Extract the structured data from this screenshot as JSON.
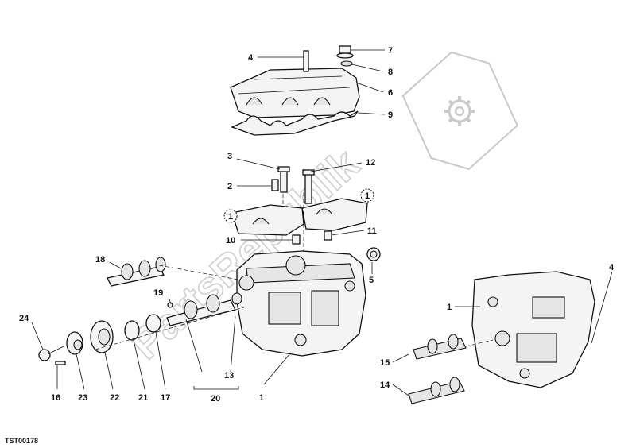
{
  "diagram": {
    "code": "TST00178",
    "watermark": "PartsRepublik",
    "parts": [
      {
        "id": "p4a",
        "label": "4"
      },
      {
        "id": "p7",
        "label": "7"
      },
      {
        "id": "p8",
        "label": "8"
      },
      {
        "id": "p6",
        "label": "6"
      },
      {
        "id": "p9",
        "label": "9"
      },
      {
        "id": "p3",
        "label": "3"
      },
      {
        "id": "p12",
        "label": "12"
      },
      {
        "id": "p2",
        "label": "2"
      },
      {
        "id": "p10",
        "label": "10"
      },
      {
        "id": "p11",
        "label": "11"
      },
      {
        "id": "p18",
        "label": "18"
      },
      {
        "id": "p5",
        "label": "5"
      },
      {
        "id": "p4b",
        "label": "4"
      },
      {
        "id": "p19",
        "label": "19"
      },
      {
        "id": "p1a",
        "label": "1"
      },
      {
        "id": "p24",
        "label": "24"
      },
      {
        "id": "p15",
        "label": "15"
      },
      {
        "id": "p13",
        "label": "13"
      },
      {
        "id": "p14",
        "label": "14"
      },
      {
        "id": "p20",
        "label": "20"
      },
      {
        "id": "p16",
        "label": "16"
      },
      {
        "id": "p23",
        "label": "23"
      },
      {
        "id": "p22",
        "label": "22"
      },
      {
        "id": "p21",
        "label": "21"
      },
      {
        "id": "p17",
        "label": "17"
      },
      {
        "id": "p1b",
        "label": "1"
      }
    ],
    "circled_marks": [
      {
        "id": "c1",
        "label": "1"
      },
      {
        "id": "c2",
        "label": "1"
      }
    ]
  }
}
